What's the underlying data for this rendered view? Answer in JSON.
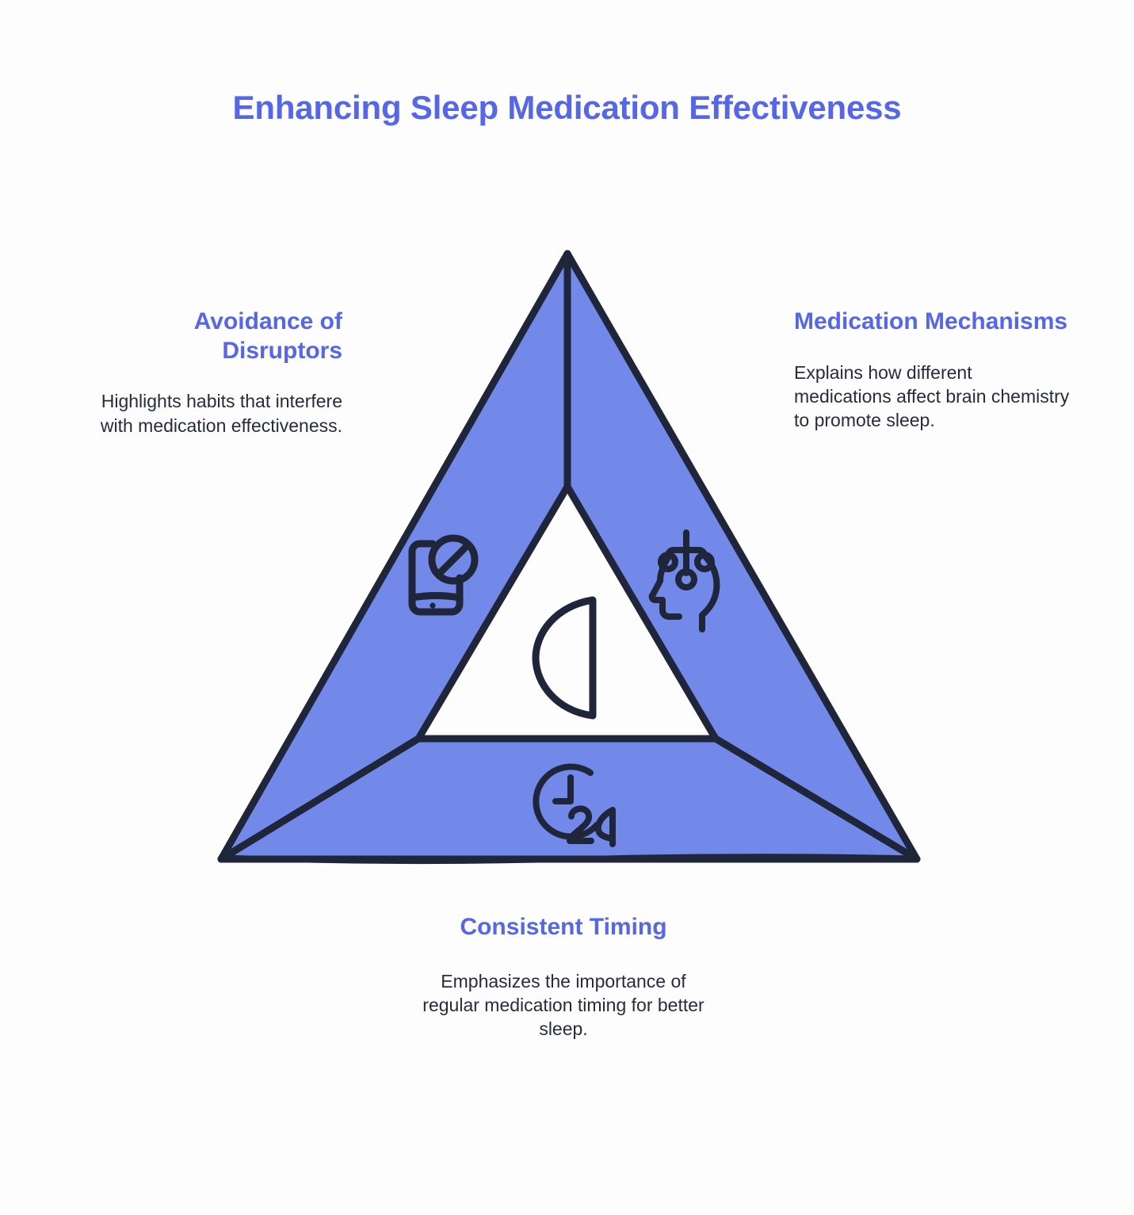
{
  "page": {
    "title": "Enhancing Sleep Medication Effectiveness",
    "background_color": "#fdfdfd",
    "accent_color": "#5566ee",
    "shape_fill_color": "#7289ea",
    "stroke_color": "#1f263a",
    "body_text_color": "#242c3e"
  },
  "diagram": {
    "type": "triangle-segments",
    "center_icon": "crescent-moon-icon",
    "segments": [
      {
        "id": "avoidance-of-disruptors",
        "position": "left",
        "heading": "Avoidance of Disruptors",
        "description": "Highlights habits that interfere with medication effectiveness.",
        "icon": "phone-prohibited-icon"
      },
      {
        "id": "medication-mechanisms",
        "position": "right",
        "heading": "Medication Mechanisms",
        "description": "Explains how different medications affect brain chemistry to promote sleep.",
        "icon": "brain-head-icon"
      },
      {
        "id": "consistent-timing",
        "position": "bottom",
        "heading": "Consistent Timing",
        "description": "Emphasizes the importance of regular medication timing for better sleep.",
        "icon": "clock-24-icon",
        "icon_label": "24"
      }
    ]
  }
}
